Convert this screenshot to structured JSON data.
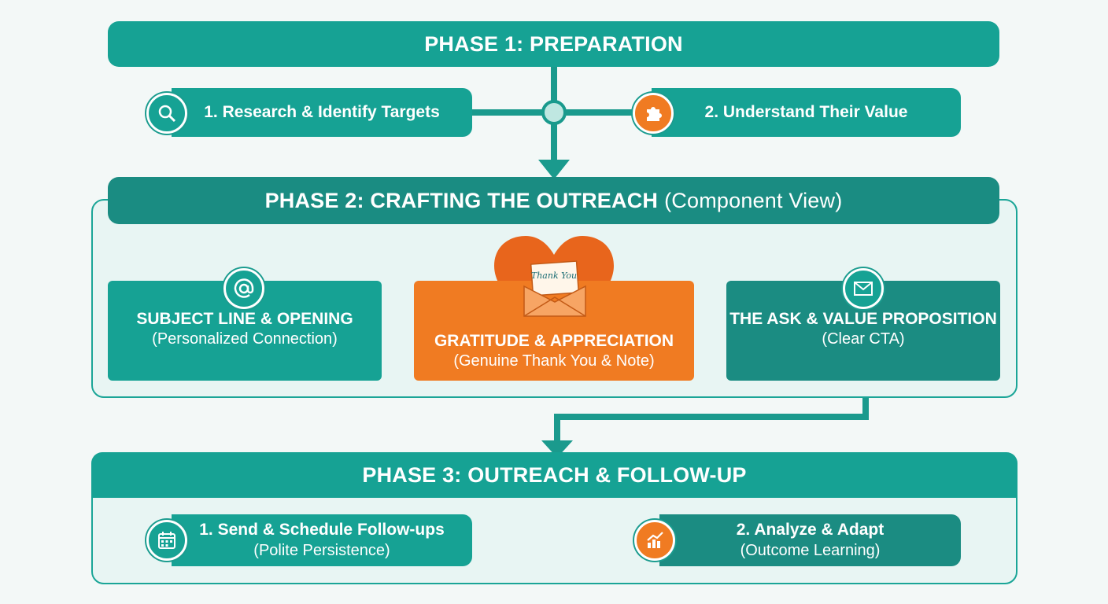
{
  "colors": {
    "teal": "#16a294",
    "dark_teal": "#1b8c82",
    "orange": "#f07b22",
    "frame_bg": "#e8f5f3"
  },
  "phase1": {
    "title": "PHASE 1: PREPARATION",
    "steps": [
      {
        "label": "1. Research & Identify Targets",
        "icon": "search-icon"
      },
      {
        "label": "2. Understand Their Value",
        "icon": "puzzle-icon"
      }
    ]
  },
  "phase2": {
    "title": "PHASE 2: CRAFTING THE OUTREACH",
    "title_suffix": "(Component View)",
    "components": [
      {
        "title": "SUBJECT LINE & OPENING",
        "subtitle": "(Personalized Connection)",
        "icon": "at-sign-icon"
      },
      {
        "title": "GRATITUDE & APPRECIATION",
        "subtitle": "(Genuine Thank You & Note)",
        "icon": "heart-envelope-icon",
        "note_text": "Thank You"
      },
      {
        "title": "THE ASK & VALUE PROPOSITION",
        "subtitle": "(Clear CTA)",
        "icon": "envelope-icon"
      }
    ]
  },
  "phase3": {
    "title": "PHASE 3: OUTREACH & FOLLOW-UP",
    "steps": [
      {
        "label": "1. Send & Schedule Follow-ups",
        "subtitle": "(Polite Persistence)",
        "icon": "calendar-icon"
      },
      {
        "label": "2. Analyze & Adapt",
        "subtitle": "(Outcome Learning)",
        "icon": "chart-icon"
      }
    ]
  }
}
